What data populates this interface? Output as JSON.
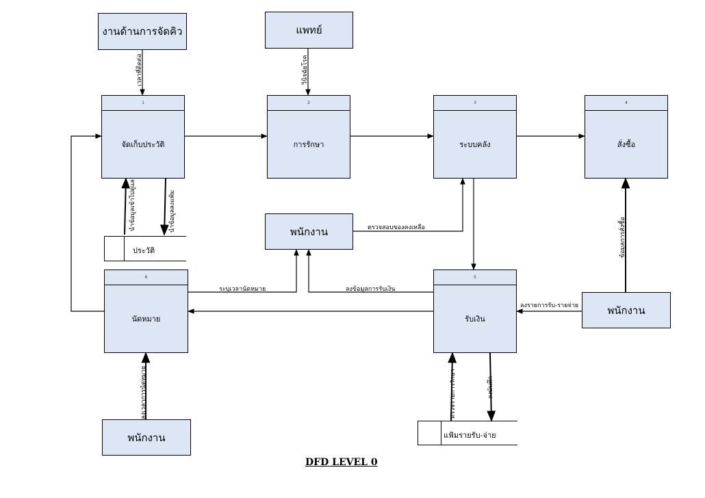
{
  "entities": {
    "queue": "งานด้านการจัดคิว",
    "doctor": "แพทย์",
    "staff_middle": "พนักงาน",
    "staff_right": "พนักงาน",
    "staff_bottom": "พนักงาน"
  },
  "processes": [
    {
      "number": "1",
      "label": "จัดเก็บประวัติ"
    },
    {
      "number": "2",
      "label": "การรักษา"
    },
    {
      "number": "3",
      "label": "ระบบคลัง"
    },
    {
      "number": "4",
      "label": "สั่งซื้อ"
    },
    {
      "number": "5",
      "label": "รับเงิน"
    },
    {
      "number": "6",
      "label": "นัดหมาย"
    }
  ],
  "stores": {
    "history": "ประวัติ",
    "ledger": "แฟ้มรายรับ-จ่าย"
  },
  "flows": {
    "queue_time": "เวลาที่ติดต่อ",
    "diagnosis": "วินิจฉัยโรค",
    "history_out": "นำข้อมูลเข้าไปดูแล",
    "history_in": "นำข้อมูลลงแฟ้ม",
    "check_stock": "ตรวจสอบของคงเหลือ",
    "order_info": "ข้อมูลการสั่งซื้อ",
    "appoint_time": "ระบุเวลานัดหมาย",
    "payment_info": "ลงข้อมูลการรับเงิน",
    "income_expense": "ลงรายการรับ-รายจ่าย",
    "appoint_record": "ลงเวลาการนัดหมาย",
    "treatment_check": "ตรวจรายการรักษา",
    "record": "ลงบันทึก"
  },
  "title": "DFD LEVEL 0"
}
